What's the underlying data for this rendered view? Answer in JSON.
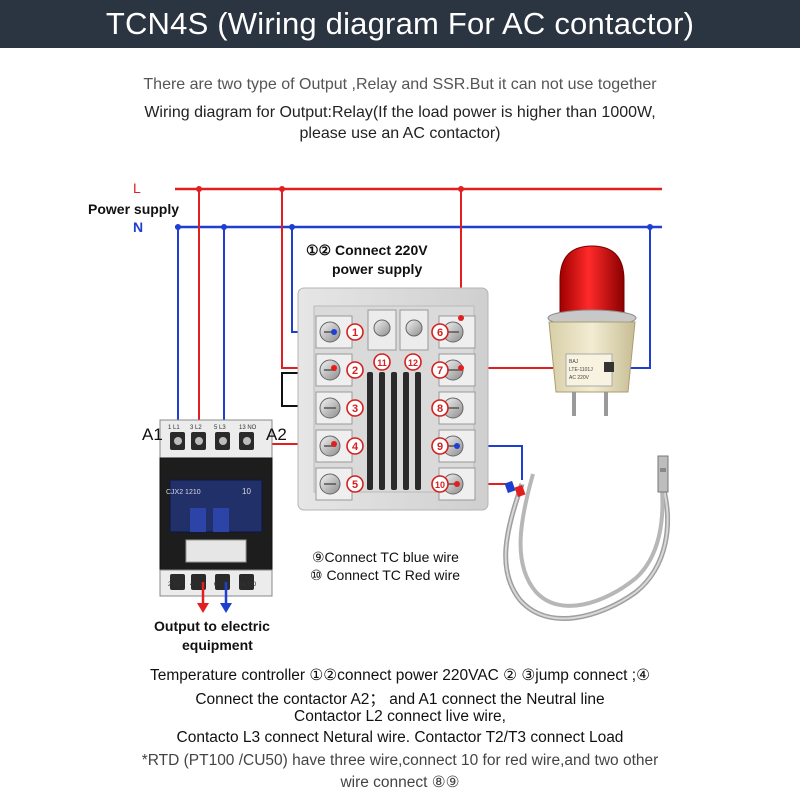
{
  "title": "TCN4S (Wiring diagram For AC contactor)",
  "intro": {
    "line1": "There are two type of Output ,Relay and SSR.But it can not use together",
    "line2": "Wiring diagram for Output:Relay(If the load power is higher than 1000W,",
    "line3": "please use an AC contactor)"
  },
  "supply": {
    "L": "L",
    "N": "N",
    "label": "Power supply"
  },
  "callouts": {
    "power_a": "①② Connect 220V",
    "power_b": "power supply",
    "tc_blue": "⑨Connect TC blue wire",
    "tc_red": "⑩ Connect TC Red wire",
    "output_a": "Output to electric",
    "output_b": "equipment"
  },
  "terminals": {
    "left": [
      "1",
      "2",
      "3",
      "4",
      "5"
    ],
    "right": [
      "6",
      "7",
      "8",
      "9",
      "10"
    ],
    "top": [
      "11",
      "12"
    ]
  },
  "contactor": {
    "a1": "A1",
    "a2": "A2",
    "top_marks": [
      "1 L1",
      "3 L2",
      "5 L3",
      "13 NO"
    ],
    "bottom_marks": [
      "2 T1",
      "4 T2",
      "6 T3",
      "14 NO"
    ],
    "model": "CJX2 1210",
    "rating": "10"
  },
  "beacon": {
    "plate_a": "BAJ",
    "plate_b": "LTE-1101J",
    "plate_c": "AC 220V"
  },
  "notes": {
    "n1": "Temperature controller ①②connect power 220VAC ② ③jump connect ;④",
    "n2": "Connect the contactor A2；  and A1 connect the Neutral line",
    "n3": "Contactor L2 connect live wire,",
    "n4": "Contacto L3 connect Netural wire.    Contactor T2/T3 connect Load",
    "n5": "*RTD (PT100 /CU50) have three wire,connect 10 for red wire,and two other",
    "n6": "wire connect ⑧⑨"
  },
  "colors": {
    "banner": "#2b3441",
    "live": "#e02020",
    "neutral": "#1f3fd0",
    "marker": "#d42020"
  }
}
